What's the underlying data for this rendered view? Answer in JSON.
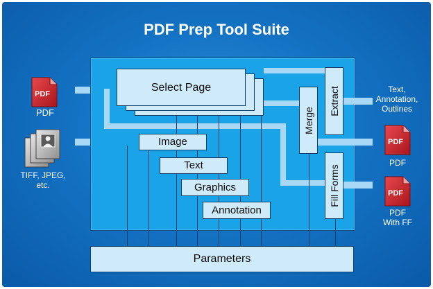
{
  "title": "PDF Prep Tool Suite",
  "boxes": {
    "select_page": "Select Page",
    "image": "Image",
    "text": "Text",
    "graphics": "Graphics",
    "annotation": "Annotation",
    "merge": "Merge",
    "extract": "Extract",
    "fill_forms": "Fill Forms",
    "parameters": "Parameters"
  },
  "inputs": {
    "pdf_icon_text": "PDF",
    "pdf_label": "PDF",
    "images_label_lines": [
      "TIFF, JPEG,",
      "etc."
    ]
  },
  "outputs": {
    "extract_lines": [
      "Text,",
      "Annotation,",
      "Outlines"
    ],
    "pdf_icon_text": "PDF",
    "pdf_label": "PDF",
    "pdf_ff_icon_text": "PDF",
    "pdf_ff_lines": [
      "PDF",
      "With FF"
    ]
  },
  "colors": {
    "background": "#1473c4",
    "panel": "#1ba3e8",
    "box": "#cfeaf9",
    "pdf_red": "#d9242b"
  }
}
